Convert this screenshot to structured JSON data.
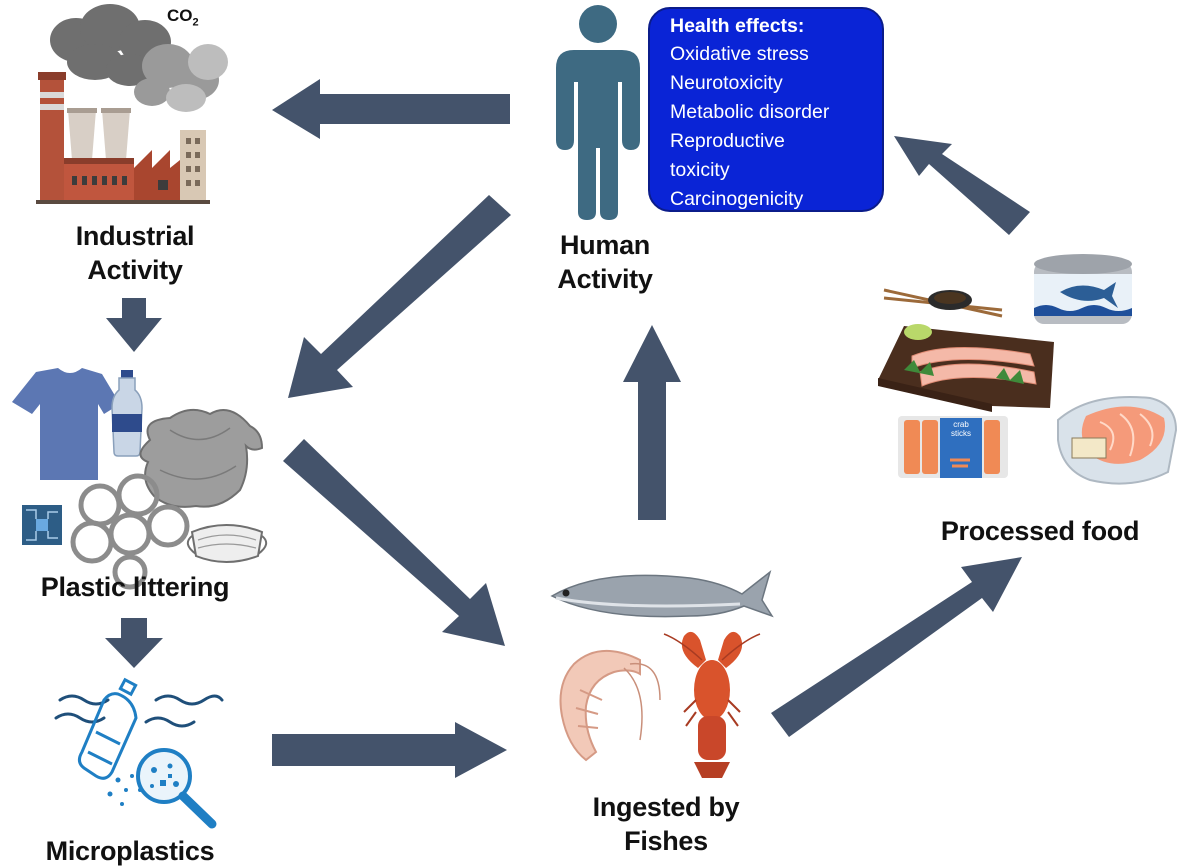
{
  "nodes": {
    "industrial": {
      "line1": "Industrial",
      "line2": "Activity",
      "co2_base": "CO",
      "co2_sub": "2"
    },
    "human": {
      "line1": "Human",
      "line2": "Activity"
    },
    "plastic": {
      "label": "Plastic littering"
    },
    "micro": {
      "label": "Microplastics"
    },
    "fishes": {
      "line1": "Ingested by",
      "line2": "Fishes"
    },
    "processed": {
      "label": "Processed food",
      "crab_text1": "crab",
      "crab_text2": "sticks"
    }
  },
  "health_effects": {
    "title": "Health effects:",
    "items": [
      "Oxidative stress",
      "Neurotoxicity",
      "Metabolic disorder",
      "Reproductive",
      "toxicity",
      "Carcinogenicity"
    ]
  },
  "colors": {
    "arrow": "#44536b",
    "health_box": "#0a24d6",
    "person": "#3e6a82",
    "smoke": "#707070",
    "factory": "#b4523a",
    "shirt": "#5c77b3",
    "micro_blue": "#1f7fc4"
  }
}
